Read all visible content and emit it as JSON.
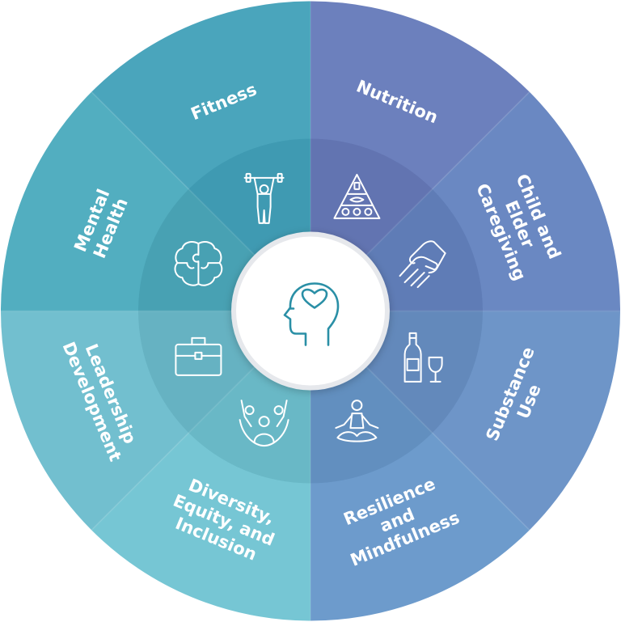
{
  "center": {
    "icon": "head-heart-icon",
    "icon_color": "#2a8fa6"
  },
  "segments": [
    {
      "id": "fitness",
      "lines": [
        "Fitness"
      ],
      "icon": "weightlifter-icon",
      "outer_color": "#4aa5bc",
      "inner_color": "#3f9ab2"
    },
    {
      "id": "nutrition",
      "lines": [
        "Nutrition"
      ],
      "icon": "food-pyramid-icon",
      "outer_color": "#6c80bd",
      "inner_color": "#6274b1"
    },
    {
      "id": "child-elder-caregiving",
      "lines": [
        "Child and",
        "Elder",
        "Caregiving"
      ],
      "icon": "helping-hands-icon",
      "outer_color": "#6a88c2",
      "inner_color": "#5f7cb6"
    },
    {
      "id": "substance-use",
      "lines": [
        "Substance",
        "Use"
      ],
      "icon": "wine-bottle-glass-icon",
      "outer_color": "#6e95c8",
      "inner_color": "#6389bb"
    },
    {
      "id": "resilience-mindfulness",
      "lines": [
        "Resilience",
        "and",
        "Mindfulness"
      ],
      "icon": "meditation-icon",
      "outer_color": "#6d9bcc",
      "inner_color": "#628fbf"
    },
    {
      "id": "diversity-equity-inclusion",
      "lines": [
        "Diversity,",
        "Equity, and",
        "Inclusion"
      ],
      "icon": "group-people-icon",
      "outer_color": "#76c6d4",
      "inner_color": "#69b8c6"
    },
    {
      "id": "leadership-development",
      "lines": [
        "Leadership",
        "Development"
      ],
      "icon": "briefcase-icon",
      "outer_color": "#72bfcf",
      "inner_color": "#66b2c2"
    },
    {
      "id": "mental-health",
      "lines": [
        "Mental",
        "Health"
      ],
      "icon": "brain-puzzle-icon",
      "outer_color": "#52aec0",
      "inner_color": "#48a1b3"
    }
  ]
}
